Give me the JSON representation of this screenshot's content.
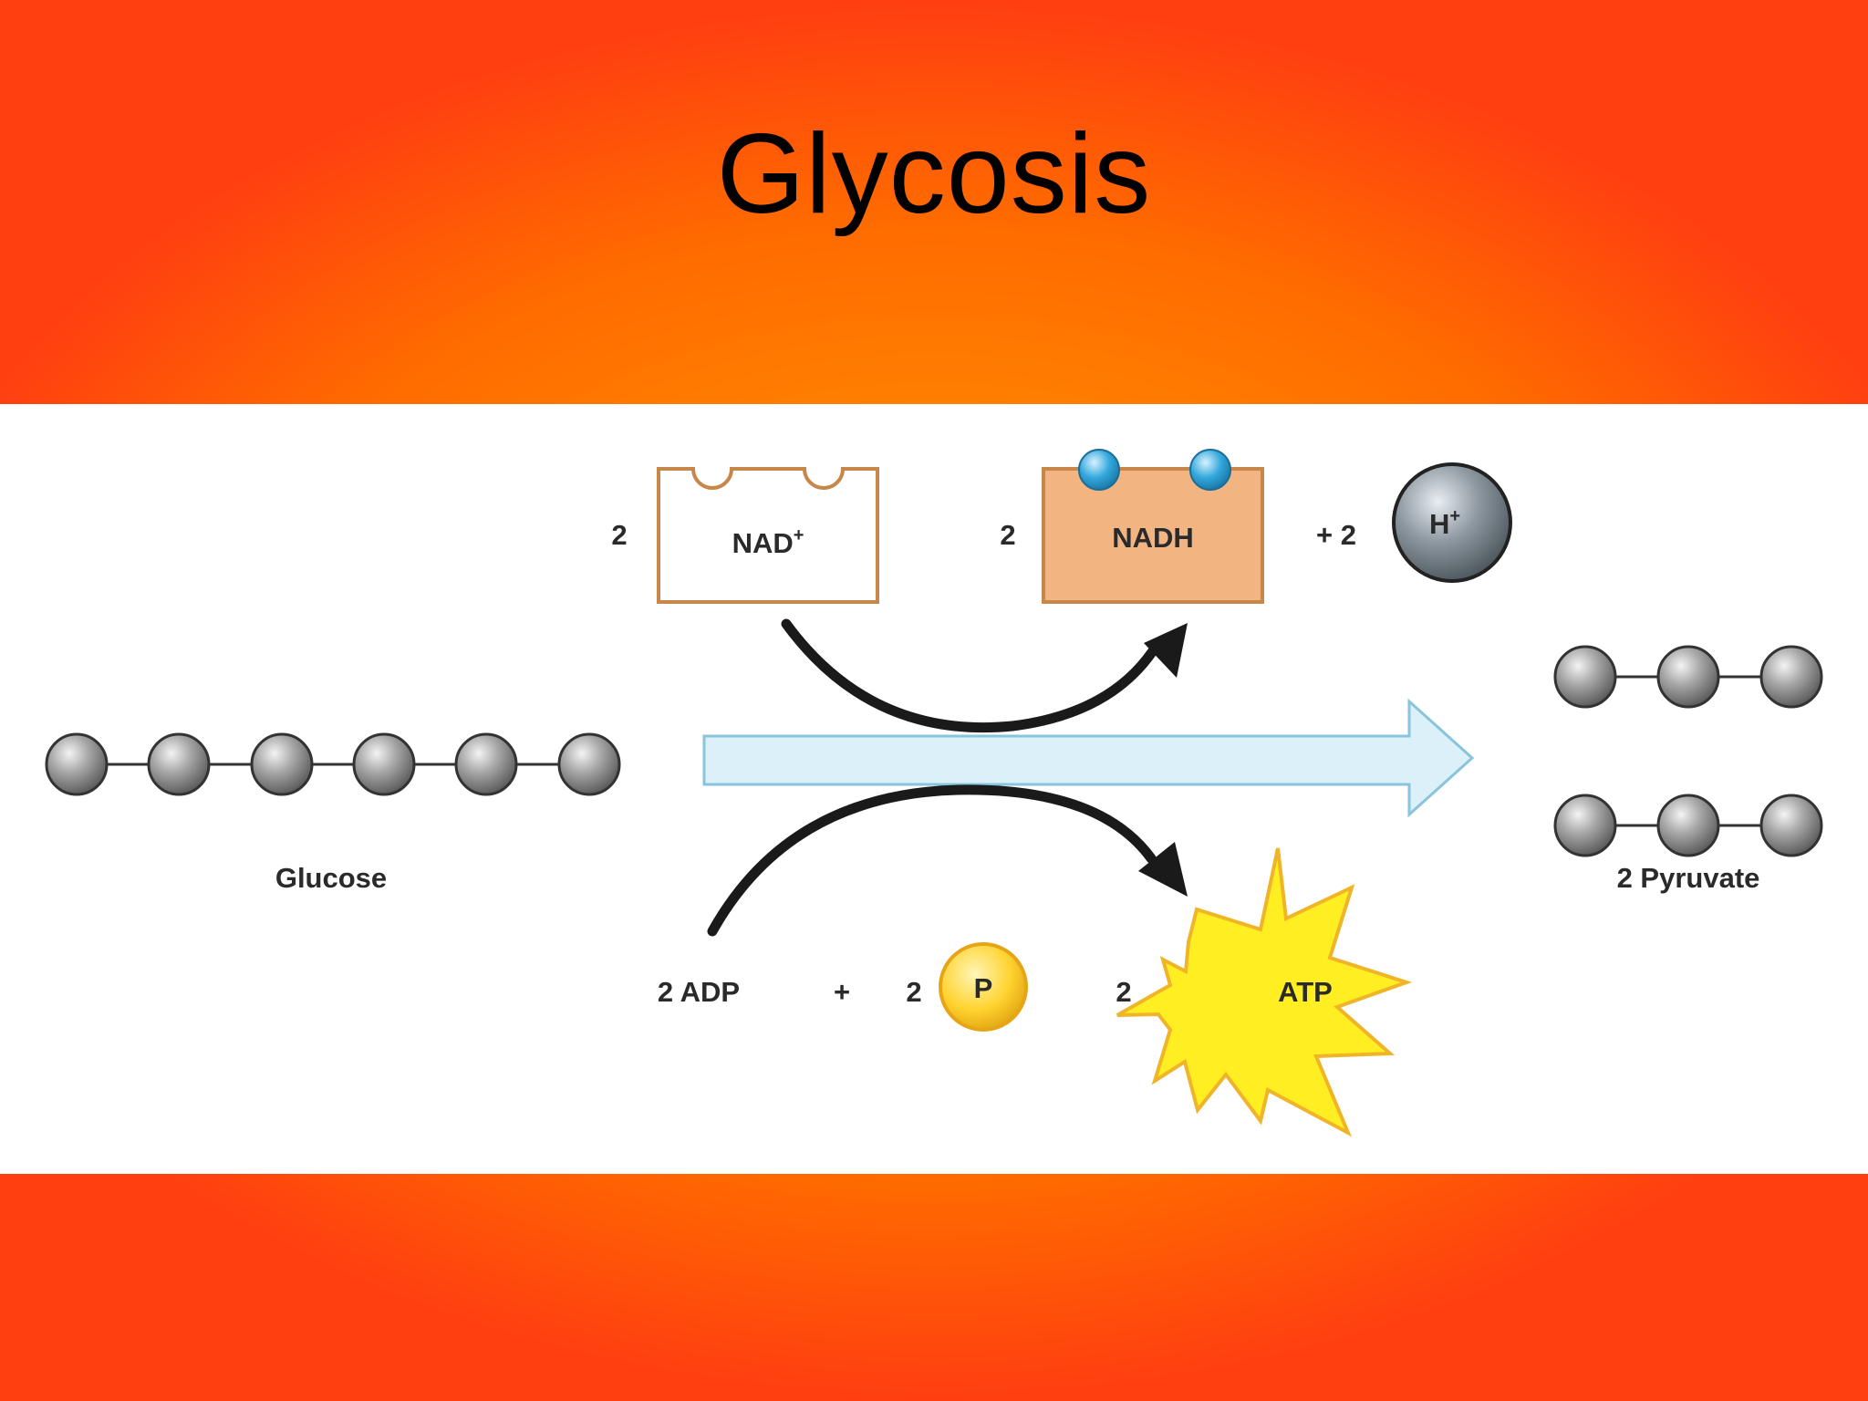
{
  "title": "Glycosis",
  "diagram": {
    "nad": {
      "coef": "2",
      "label": "NAD",
      "sup": "+"
    },
    "nadh": {
      "coef": "2",
      "label": "NADH"
    },
    "h": {
      "coef": "+ 2",
      "label": "H",
      "sup": "+"
    },
    "glucose": {
      "label": "Glucose"
    },
    "pyruvate": {
      "label": "2 Pyruvate"
    },
    "adp": {
      "label": "2 ADP"
    },
    "plus": "+",
    "phosphate": {
      "coef": "2",
      "label": "P"
    },
    "atp": {
      "coef": "2",
      "label": "ATP"
    }
  },
  "colors": {
    "nad_box_fill": "#ffffff",
    "nad_box_stroke": "#c8874a",
    "nadh_box_fill": "#f2b481",
    "electron": "#33a8dc",
    "main_arrow_fill": "#dcf0fa",
    "main_arrow_stroke": "#88c4dc",
    "atp_burst": "#ffef22",
    "atp_burst_stroke": "#f0b428",
    "phosphate": "#ffd330",
    "molecule_sphere": "#9a9a9a",
    "h_sphere": "#7e8890"
  }
}
